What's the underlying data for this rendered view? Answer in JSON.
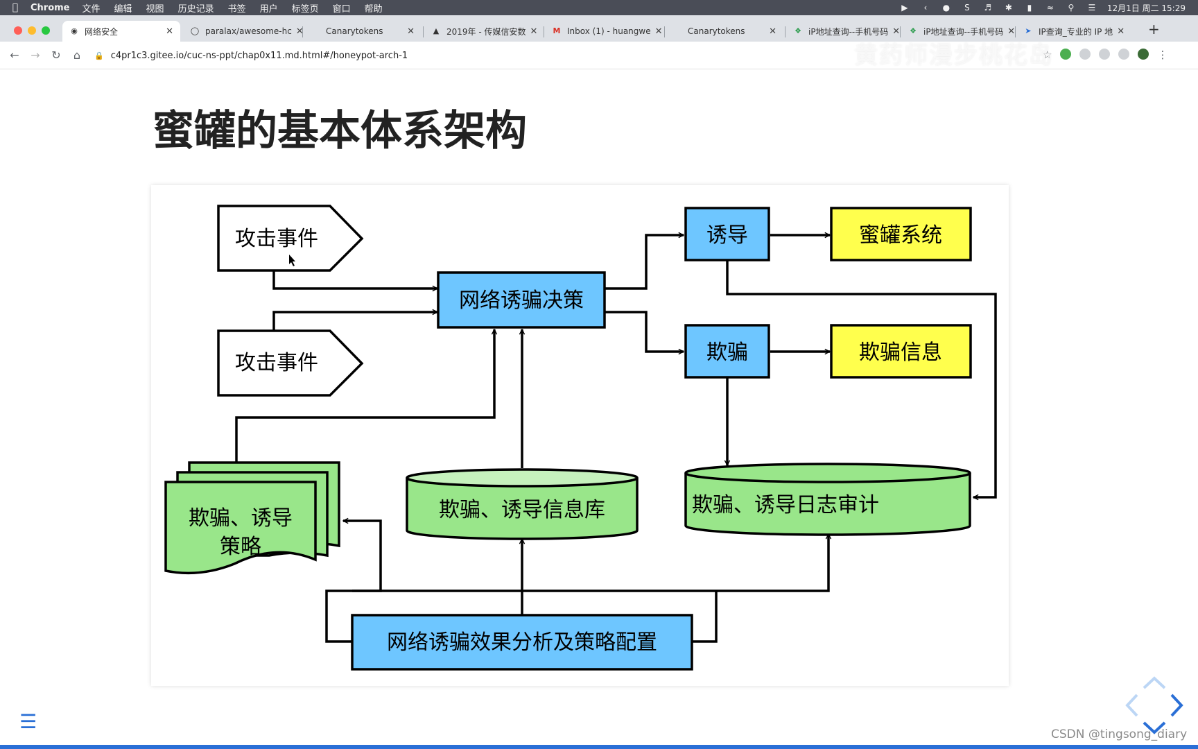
{
  "menubar": {
    "app": "Chrome",
    "items": [
      "文件",
      "编辑",
      "视图",
      "历史记录",
      "书签",
      "用户",
      "标签页",
      "窗口",
      "帮助"
    ],
    "clock": "12月1日 周二 15:29"
  },
  "tabs": [
    {
      "title": "网络安全",
      "icon": "globe-icon",
      "active": true
    },
    {
      "title": "paralax/awesome-hc",
      "icon": "github-icon"
    },
    {
      "title": "Canarytokens",
      "icon": ""
    },
    {
      "title": "2019年 - 传媒信安数",
      "icon": "mortarboard-icon"
    },
    {
      "title": "Inbox (1) - huangwe",
      "icon": "gmail-icon"
    },
    {
      "title": "Canarytokens",
      "icon": ""
    },
    {
      "title": "iP地址查询--手机号码",
      "icon": "map-icon"
    },
    {
      "title": "iP地址查询--手机号码",
      "icon": "map-icon"
    },
    {
      "title": "IP查询_专业的 IP 地",
      "icon": "ipip-icon"
    }
  ],
  "address": {
    "url": "c4pr1c3.gitee.io/cuc-ns-ppt/chap0x11.md.html#/honeypot-arch-1"
  },
  "watermark": "黄药师漫步桃花岛",
  "slide": {
    "title": "蜜罐的基本体系架构"
  },
  "diagram": {
    "attack_event_1": "攻击事件",
    "attack_event_2": "攻击事件",
    "decision": "网络诱骗决策",
    "lure": "诱导",
    "honeypot_system": "蜜罐系统",
    "deceive": "欺骗",
    "deceive_info": "欺骗信息",
    "strategy_line1": "欺骗、诱导",
    "strategy_line2": "策略",
    "info_db": "欺骗、诱导信息库",
    "log_audit": "欺骗、诱导日志审计",
    "analysis": "网络诱骗效果分析及策略配置"
  },
  "footer": {
    "credit": "CSDN @tingsong_diary"
  },
  "colors": {
    "blue_box": "#6ec6ff",
    "yellow_box": "#ffff4d",
    "green_box": "#99e68a",
    "accent": "#2a6fd6"
  }
}
